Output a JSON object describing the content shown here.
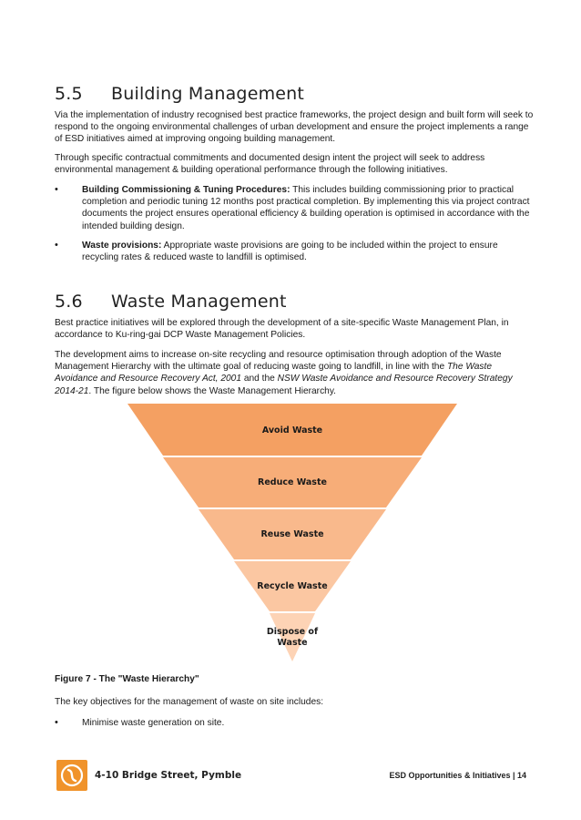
{
  "section_55": {
    "number": "5.5",
    "title": "Building Management",
    "para1": "Via the implementation of industry recognised best practice frameworks, the project design and built form will seek to respond to the ongoing environmental challenges of urban development and ensure the project implements a range of ESD initiatives aimed at improving ongoing building management.",
    "para2": "Through specific contractual commitments and documented design intent the project will seek to address environmental management & building operational performance through the following initiatives.",
    "bullets": [
      {
        "bold": "Building Commissioning & Tuning Procedures:",
        "text": " This includes building commissioning prior to practical completion and periodic tuning 12 months post practical completion. By implementing this via project contract documents the project ensures operational efficiency & building operation is optimised in accordance with the intended building design."
      },
      {
        "bold": "Waste provisions:",
        "text": " Appropriate waste provisions are going to be included within the project to ensure recycling rates & reduced waste to landfill is optimised."
      }
    ]
  },
  "section_56": {
    "number": "5.6",
    "title": "Waste Management",
    "para1": "Best practice initiatives will be explored through the development of a site-specific Waste Management Plan, in accordance to Ku-ring-gai DCP Waste Management Policies.",
    "para2_a": "The development aims to increase on-site recycling and resource optimisation through adoption of the Waste Management Hierarchy with the ultimate goal of reducing waste going to landfill, in line with the ",
    "para2_i1": "The Waste Avoidance and Resource Recovery Act, 2001",
    "para2_b": " and the ",
    "para2_i2": "NSW Waste Avoidance and Resource Recovery Strategy 2014-21",
    "para2_c": ". The figure below shows the Waste Management Hierarchy."
  },
  "pyramid": {
    "levels": [
      {
        "label": "Avoid Waste",
        "color": "#f4a062"
      },
      {
        "label": "Reduce Waste",
        "color": "#f7ad78"
      },
      {
        "label": "Reuse Waste",
        "color": "#f9b98c"
      },
      {
        "label": "Recycle Waste",
        "color": "#fbc7a2"
      },
      {
        "label_line1": "Dispose of",
        "label_line2": "Waste",
        "color": "#fdd3b5"
      }
    ]
  },
  "caption": "Figure 7 - The \"Waste Hierarchy\"",
  "para_objectives": "The key objectives for the management of waste on site includes:",
  "objective_bullet": "Minimise waste generation on site.",
  "footer": {
    "address": "4-10 Bridge Street, Pymble",
    "section": "ESD Opportunities & Initiatives | 14",
    "logo_color": "#f0932b"
  }
}
